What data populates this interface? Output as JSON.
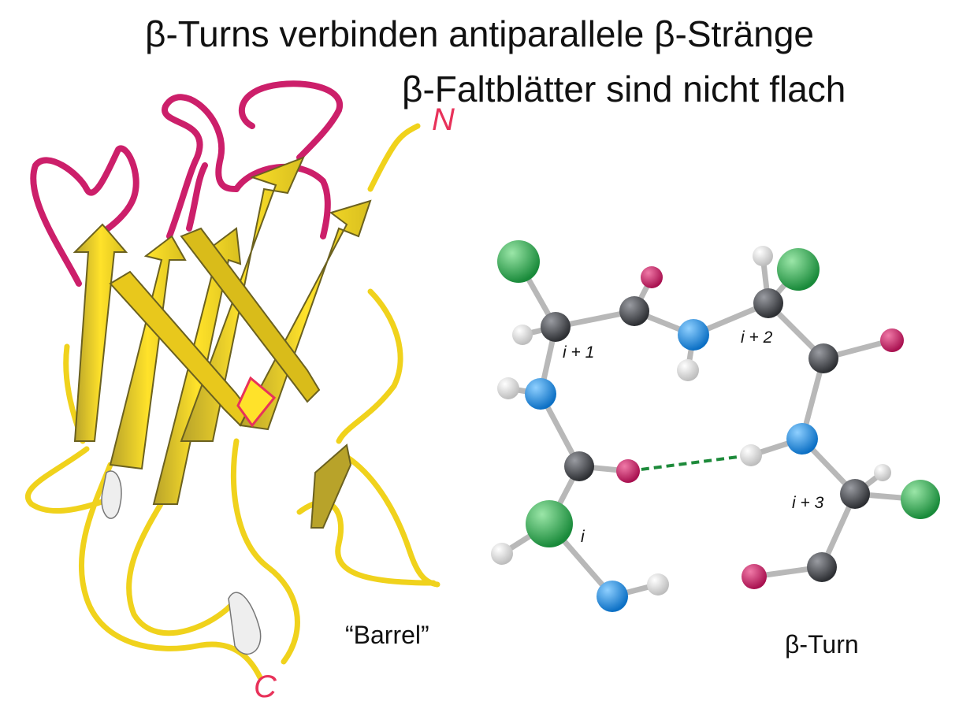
{
  "title_line1": "β-Turns verbinden antiparallele β-Stränge",
  "title_line2": "β-Faltblätter sind nicht flach",
  "barrel_label": "“Barrel”",
  "turn_label": "β-Turn",
  "residues": {
    "r_i": "i",
    "r_i1": "i + 1",
    "r_i2": "i + 2",
    "r_i3": "i + 3"
  },
  "annotations": {
    "n_term": "N",
    "c_term": "C"
  },
  "colors": {
    "strand_yellow": "#f2d21a",
    "strand_dark": "#a89a2a",
    "loop_magenta": "#cc1f6a",
    "loop_yellow": "#f0d21c",
    "atom_carbon": "#4a4c50",
    "atom_nitrogen": "#1f8fe0",
    "atom_oxygen": "#cf1f6e",
    "atom_hydrogen": "#f2f2f2",
    "atom_sidechain": "#2ea84e",
    "hbond": "#1d8a3a",
    "handwriting": "#e8325a"
  }
}
